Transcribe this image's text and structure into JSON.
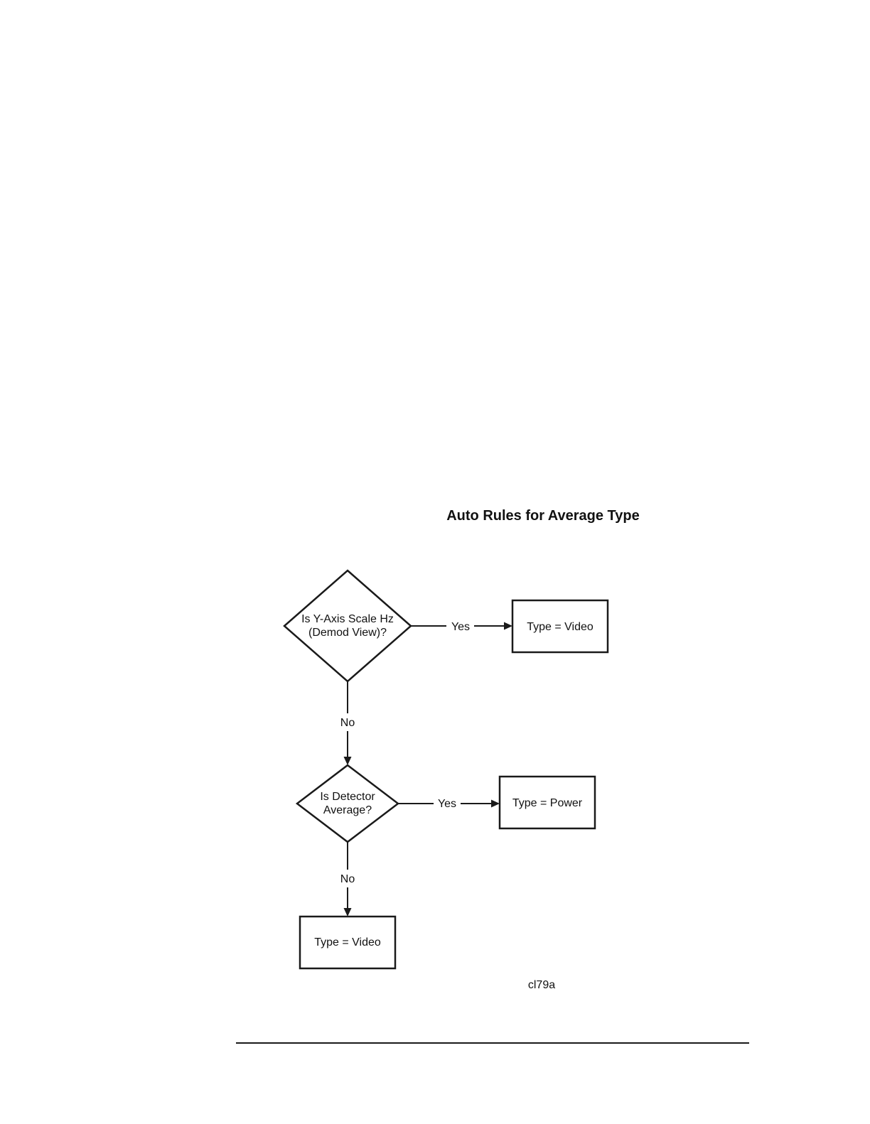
{
  "diagram": {
    "title": "Auto Rules for Average Type",
    "figure_id": "cl79a",
    "nodes": {
      "decision_yaxis": {
        "line1": "Is Y-Axis Scale Hz",
        "line2": "(Demod View)?"
      },
      "decision_detector": {
        "line1": "Is Detector",
        "line2": "Average?"
      },
      "result_video_top": {
        "label": "Type = Video"
      },
      "result_power": {
        "label": "Type = Power"
      },
      "result_video_bottom": {
        "label": "Type = Video"
      }
    },
    "edges": {
      "yaxis_yes": "Yes",
      "yaxis_no": "No",
      "detector_yes": "Yes",
      "detector_no": "No"
    }
  }
}
